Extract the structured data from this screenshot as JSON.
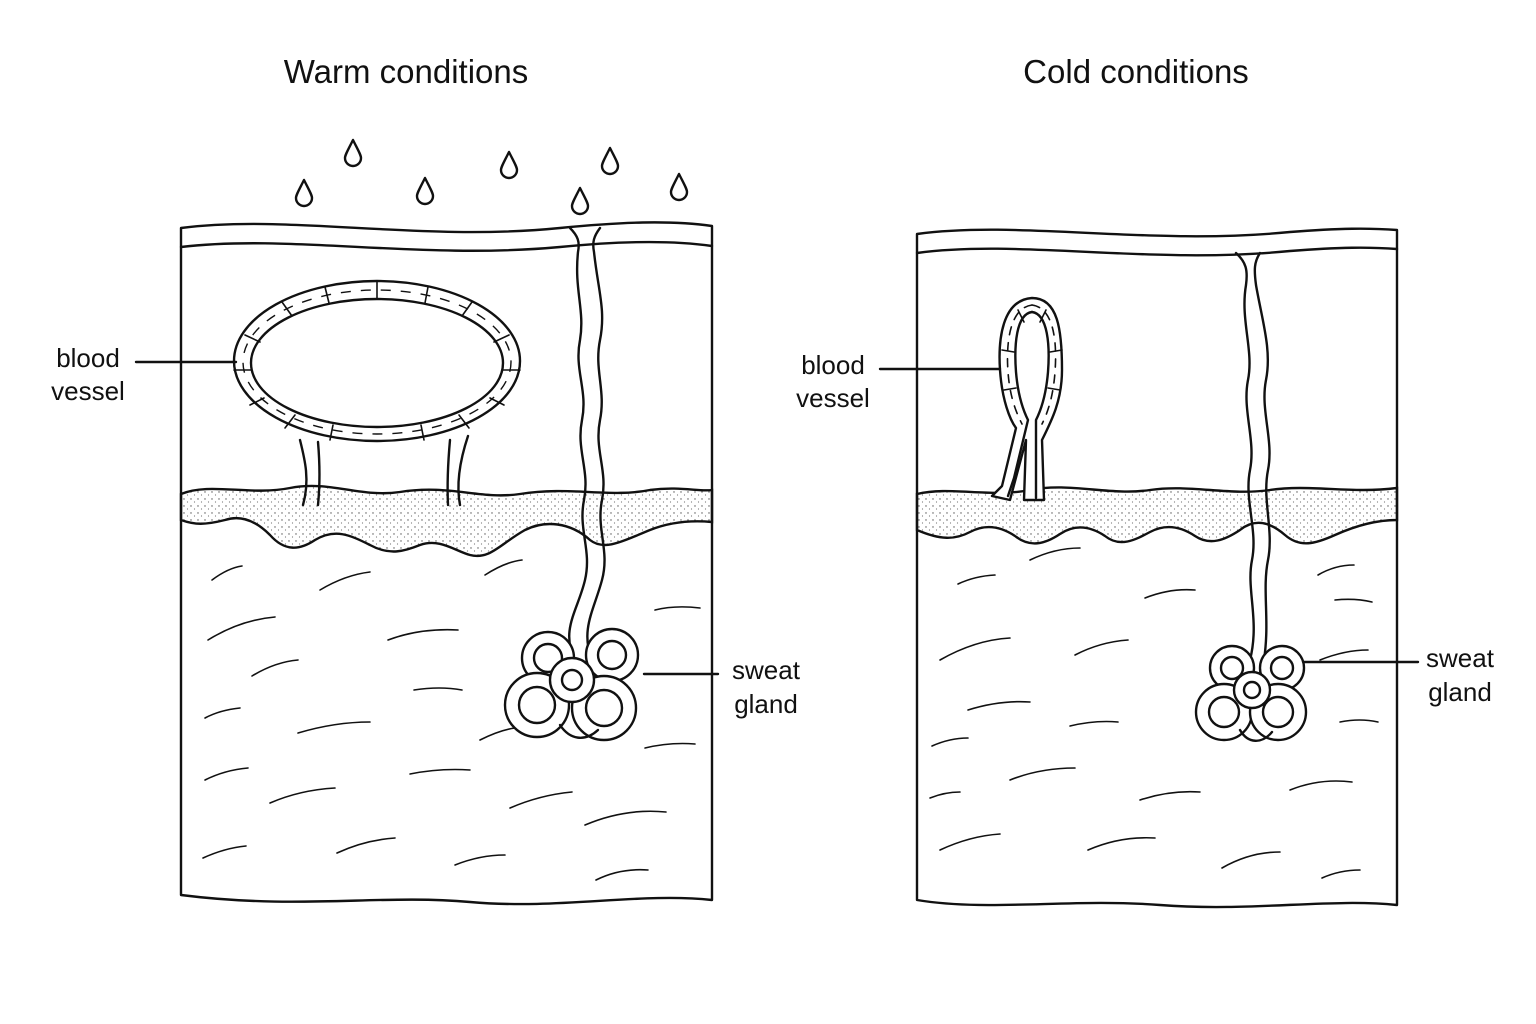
{
  "panels": {
    "warm": {
      "title": "Warm conditions",
      "blood_vessel_label": [
        "blood",
        "vessel"
      ],
      "sweat_gland_label": [
        "sweat",
        "gland"
      ]
    },
    "cold": {
      "title": "Cold conditions",
      "blood_vessel_label": [
        "blood",
        "vessel"
      ],
      "sweat_gland_label": [
        "sweat",
        "gland"
      ]
    }
  },
  "colors": {
    "ink": "#111111",
    "background": "#ffffff"
  },
  "icons": [
    "sweat-droplet-icon"
  ]
}
